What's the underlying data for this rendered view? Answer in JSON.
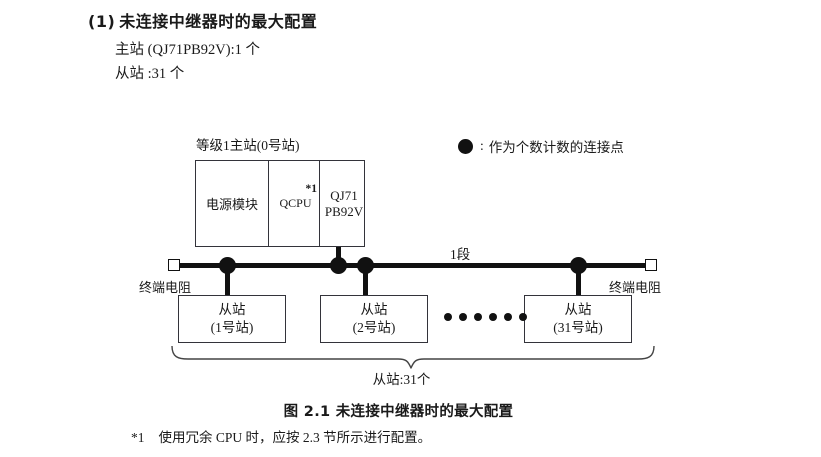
{
  "section": {
    "number": "(1)",
    "heading": "未连接中继器时的最大配置",
    "lines": [
      "主站 (QJ71PB92V):1 个",
      "从站 :31 个"
    ]
  },
  "legend": {
    "symbol": "filled-circle",
    "colon": ":",
    "text": "作为个数计数的连接点"
  },
  "diagram": {
    "master": {
      "label": "等级1主站(0号站)",
      "modules": [
        {
          "name": "电源模块"
        },
        {
          "name": "QCPU",
          "note_ref": "*1"
        },
        {
          "name_line1": "QJ71",
          "name_line2": "PB92V"
        }
      ]
    },
    "bus": {
      "segment_label": "1段",
      "terminator_left": "终端电阻",
      "terminator_right": "终端电阻"
    },
    "slaves": [
      {
        "line1": "从站",
        "line2": "(1号站)"
      },
      {
        "line1": "从站",
        "line2": "(2号站)"
      },
      {
        "line1": "从站",
        "line2": "(31号站)"
      }
    ],
    "ellipsis_count": 6,
    "brace_label": "从站:31个"
  },
  "caption": "图 2.1  未连接中继器时的最大配置",
  "footnote": {
    "mark": "*1",
    "text": "使用冗余 CPU 时，应按 2.3 节所示进行配置。"
  },
  "colors": {
    "ink": "#111111",
    "box_border": "#33333a",
    "background": "#ffffff"
  }
}
